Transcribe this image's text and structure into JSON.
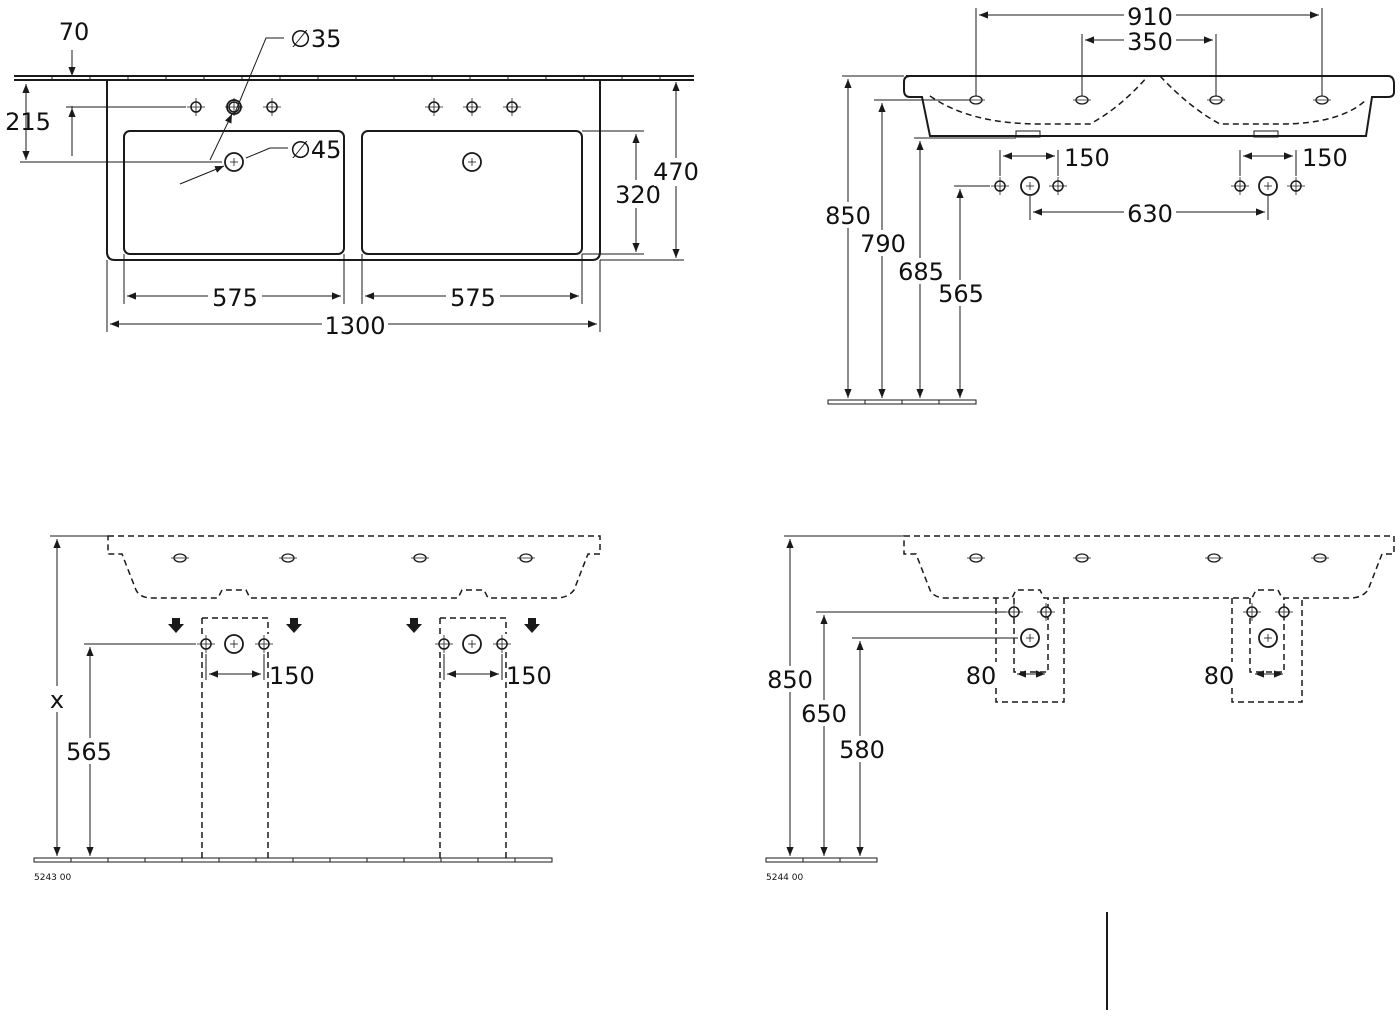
{
  "colors": {
    "line": "#1a1a1a",
    "background": "#ffffff"
  },
  "top_view": {
    "dims": {
      "d70": "70",
      "d215": "215",
      "dia35": "∅35",
      "dia45": "∅45",
      "d320": "320",
      "d470": "470",
      "d575a": "575",
      "d575b": "575",
      "d1300": "1300"
    }
  },
  "side_view": {
    "dims": {
      "d910": "910",
      "d350": "350",
      "d150a": "150",
      "d150b": "150",
      "d630": "630",
      "d850": "850",
      "d790": "790",
      "d685": "685",
      "d565": "565"
    }
  },
  "pedestal_view": {
    "dims": {
      "x": "x",
      "d565": "565",
      "d150a": "150",
      "d150b": "150"
    },
    "code": "5243 00"
  },
  "semi_pedestal_view": {
    "dims": {
      "d850": "850",
      "d650": "650",
      "d580": "580",
      "d80a": "80",
      "d80b": "80"
    },
    "code": "5244 00"
  }
}
